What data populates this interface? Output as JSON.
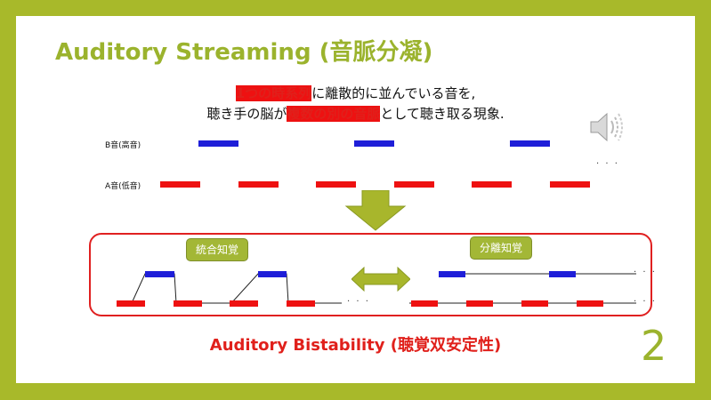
{
  "slide": {
    "title": "Auditory Streaming (音脈分凝)",
    "subtitle_line1": {
      "red": "1つの時系列",
      "rest": "に離散的に並んでいる音を,"
    },
    "subtitle_line2": {
      "before": "聴き手の脳が",
      "red": "複数の別の音脈",
      "after": "として聴き取る現象."
    },
    "b_label": "B音(高音)",
    "a_label": "A音(低音)",
    "ellipsis": "· · ·",
    "tag_integrated": "統合知覚",
    "tag_segregated": "分離知覚",
    "bistability": "Auditory Bistability (聴覚双安定性)",
    "page_number": "2"
  },
  "icons": {
    "speaker": "speaker-icon",
    "down_arrow": "down-arrow-icon",
    "double_arrow": "double-arrow-icon"
  },
  "colors": {
    "accent_green": "#a8b92a",
    "tone_red": "#ee1111",
    "tone_blue": "#1e1ed8"
  }
}
